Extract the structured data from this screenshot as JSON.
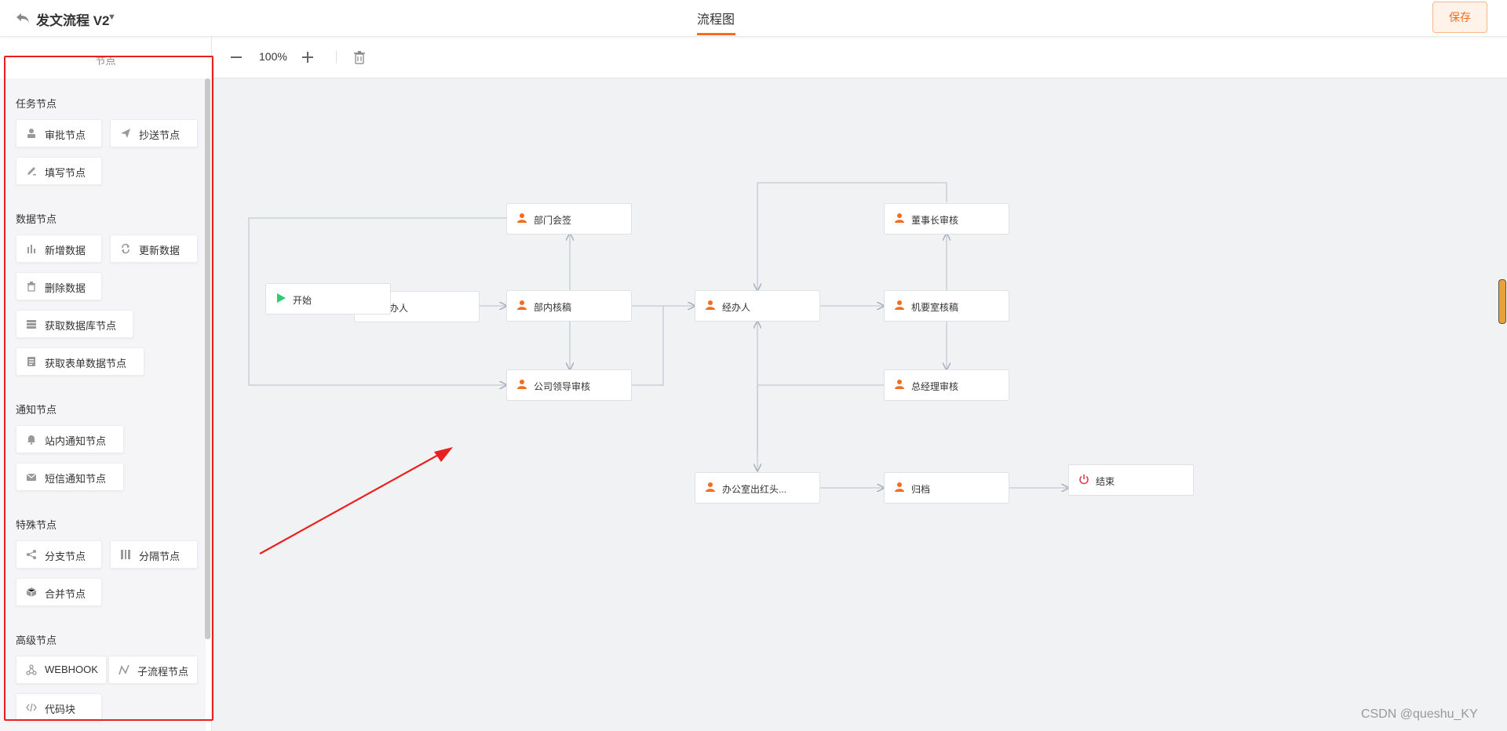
{
  "header": {
    "title": "发文流程 V2",
    "tab": "流程图",
    "save_label": "保存"
  },
  "sidebar": {
    "title": "节点",
    "groups": [
      {
        "title": "任务节点",
        "items": [
          {
            "label": "审批节点",
            "icon": "user-icon"
          },
          {
            "label": "抄送节点",
            "icon": "send-icon"
          },
          {
            "label": "填写节点",
            "icon": "edit-icon"
          }
        ]
      },
      {
        "title": "数据节点",
        "items": [
          {
            "label": "新增数据",
            "icon": "bar-chart-icon"
          },
          {
            "label": "更新数据",
            "icon": "refresh-icon"
          },
          {
            "label": "删除数据",
            "icon": "trash-icon"
          },
          {
            "label": "获取数据库节点",
            "icon": "database-icon"
          },
          {
            "label": "获取表单数据节点",
            "icon": "form-icon"
          }
        ]
      },
      {
        "title": "通知节点",
        "items": [
          {
            "label": "站内通知节点",
            "icon": "bell-icon"
          },
          {
            "label": "短信通知节点",
            "icon": "mail-icon"
          }
        ]
      },
      {
        "title": "特殊节点",
        "items": [
          {
            "label": "分支节点",
            "icon": "share-icon"
          },
          {
            "label": "分隔节点",
            "icon": "columns-icon"
          },
          {
            "label": "合并节点",
            "icon": "cube-icon"
          }
        ]
      },
      {
        "title": "高级节点",
        "items": [
          {
            "label": "WEBHOOK",
            "icon": "webhook-icon"
          },
          {
            "label": "子流程节点",
            "icon": "subprocess-icon"
          },
          {
            "label": "代码块",
            "icon": "code-icon"
          }
        ]
      }
    ]
  },
  "toolbar": {
    "zoom": "100%"
  },
  "flow": {
    "nodes": [
      {
        "id": "start",
        "label": "开始",
        "icon": "play-icon"
      },
      {
        "id": "handler1",
        "label": "办人",
        "icon": "user-icon"
      },
      {
        "id": "dept_sign",
        "label": "部门会签",
        "icon": "user-icon"
      },
      {
        "id": "dept_review",
        "label": "部内核稿",
        "icon": "user-icon"
      },
      {
        "id": "leader",
        "label": "公司领导审核",
        "icon": "user-icon"
      },
      {
        "id": "handler",
        "label": "经办人",
        "icon": "user-icon"
      },
      {
        "id": "chairman",
        "label": "董事长审核",
        "icon": "user-icon"
      },
      {
        "id": "confidential",
        "label": "机要室核稿",
        "icon": "user-icon"
      },
      {
        "id": "gm",
        "label": "总经理审核",
        "icon": "user-icon"
      },
      {
        "id": "office",
        "label": "办公室出红头...",
        "icon": "user-icon"
      },
      {
        "id": "archive",
        "label": "归档",
        "icon": "user-icon"
      },
      {
        "id": "end",
        "label": "结束",
        "icon": "power-icon"
      }
    ]
  },
  "watermark": "CSDN @queshu_KY",
  "colors": {
    "accent": "#f26d21",
    "start": "#2ecc71",
    "end": "#e8384f",
    "annotation": "#ea2020"
  }
}
